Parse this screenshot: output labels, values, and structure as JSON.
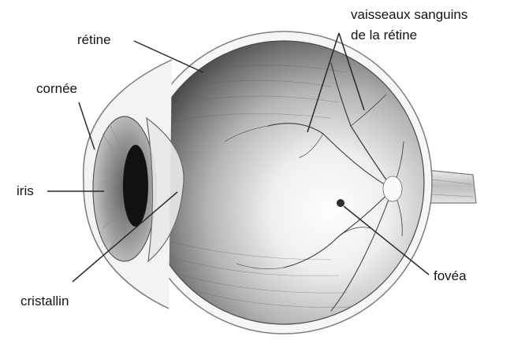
{
  "labels": {
    "retine": "rétine",
    "vaisseaux_line1": "vaisseaux sanguins",
    "vaisseaux_line2": "de la rétine",
    "cornee": "cornée",
    "iris": "iris",
    "cristallin": "cristallin",
    "fovea": "fovéa"
  }
}
